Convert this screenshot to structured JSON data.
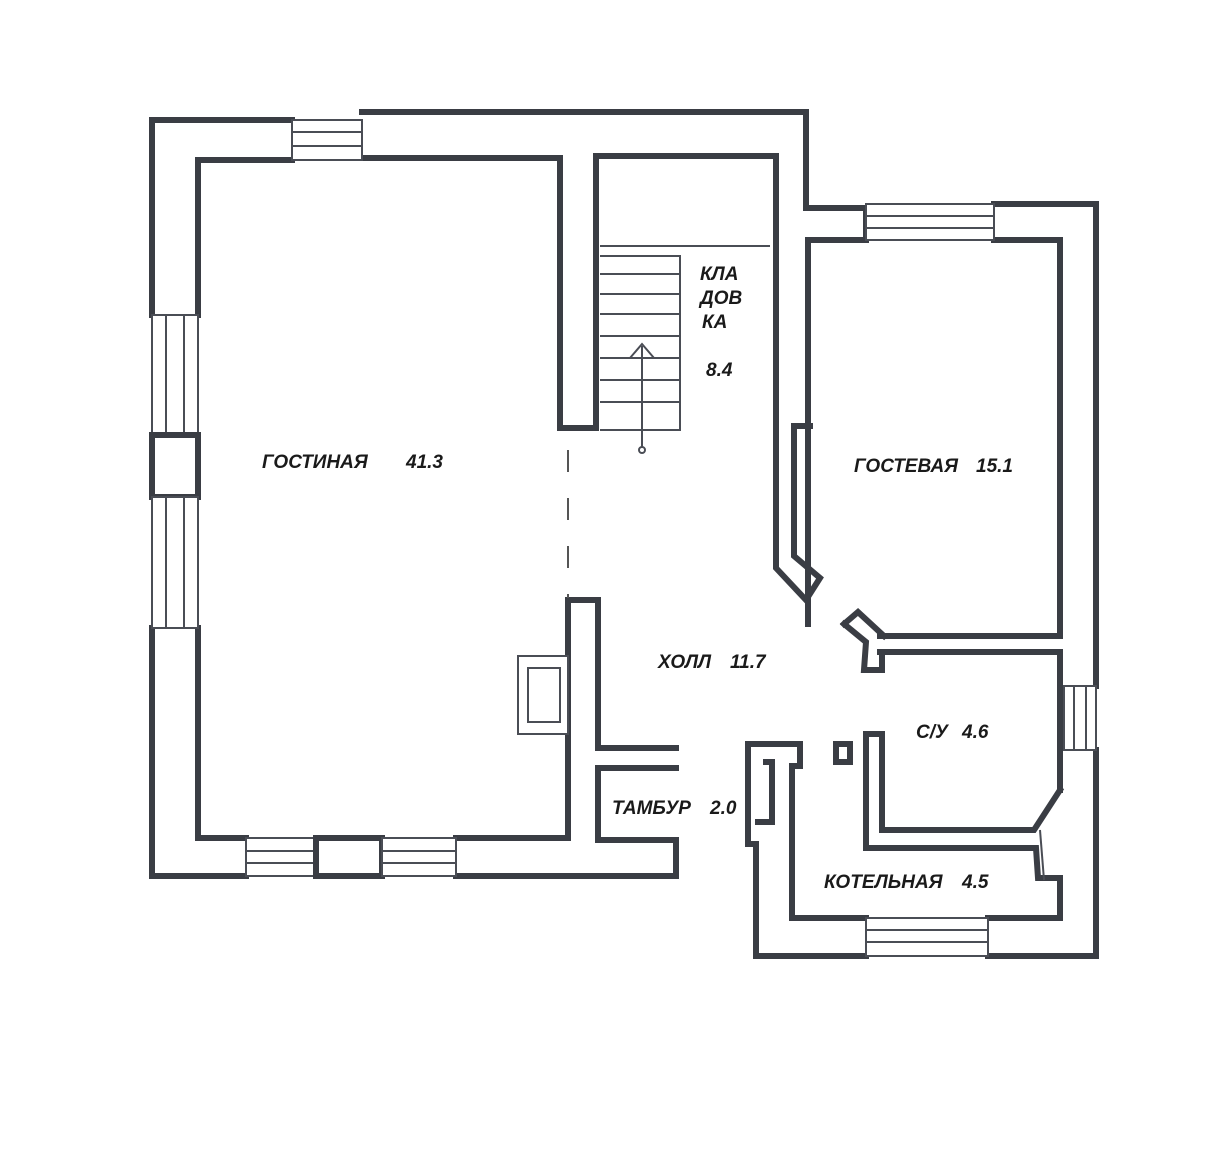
{
  "rooms": {
    "living": {
      "name": "ГОСТИНАЯ",
      "area": "41.3"
    },
    "storage": {
      "name_line1": "КЛА",
      "name_line2": "ДОВ",
      "name_line3": "КА",
      "area": "8.4"
    },
    "guest": {
      "name": "ГОСТЕВАЯ",
      "area": "15.1"
    },
    "hall": {
      "name": "ХОЛЛ",
      "area": "11.7"
    },
    "bathroom": {
      "name": "С/У",
      "area": "4.6"
    },
    "vestibule": {
      "name": "ТАМБУР",
      "area": "2.0"
    },
    "boiler": {
      "name": "КОТЕЛЬНАЯ",
      "area": "4.5"
    }
  },
  "colors": {
    "wall": "#3a3d44",
    "background": "#ffffff"
  }
}
